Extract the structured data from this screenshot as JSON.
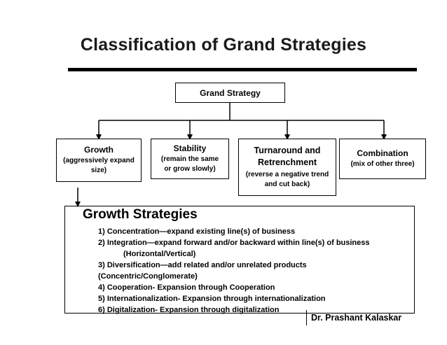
{
  "title": "Classification of Grand Strategies",
  "root": "Grand Strategy",
  "categories": [
    {
      "title": "Growth",
      "subtitle_1": "(aggressively expand",
      "subtitle_2": "size)"
    },
    {
      "title": "Stability",
      "subtitle_1": "(remain the same",
      "subtitle_2": "or grow slowly)"
    },
    {
      "title_1": "Turnaround and",
      "title_2": "Retrenchment",
      "subtitle_1": "(reverse a negative trend",
      "subtitle_2": "and cut back)"
    },
    {
      "title": "Combination",
      "subtitle_1": "(mix of other three)"
    }
  ],
  "growth_strategies": {
    "heading": "Growth Strategies",
    "lines": [
      "1) Concentration—expand existing line(s) of business",
      "2) Integration—expand forward and/or backward within line(s) of business",
      "(Horizontal/Vertical)",
      "3) Diversification—add related and/or unrelated  products",
      "(Concentric/Conglomerate)",
      "4) Cooperation- Expansion through Cooperation",
      "5) Internationalization- Expansion through internationalization",
      "6) Digitalization- Expansion through digitalization"
    ]
  },
  "author": "Dr. Prashant Kalaskar"
}
